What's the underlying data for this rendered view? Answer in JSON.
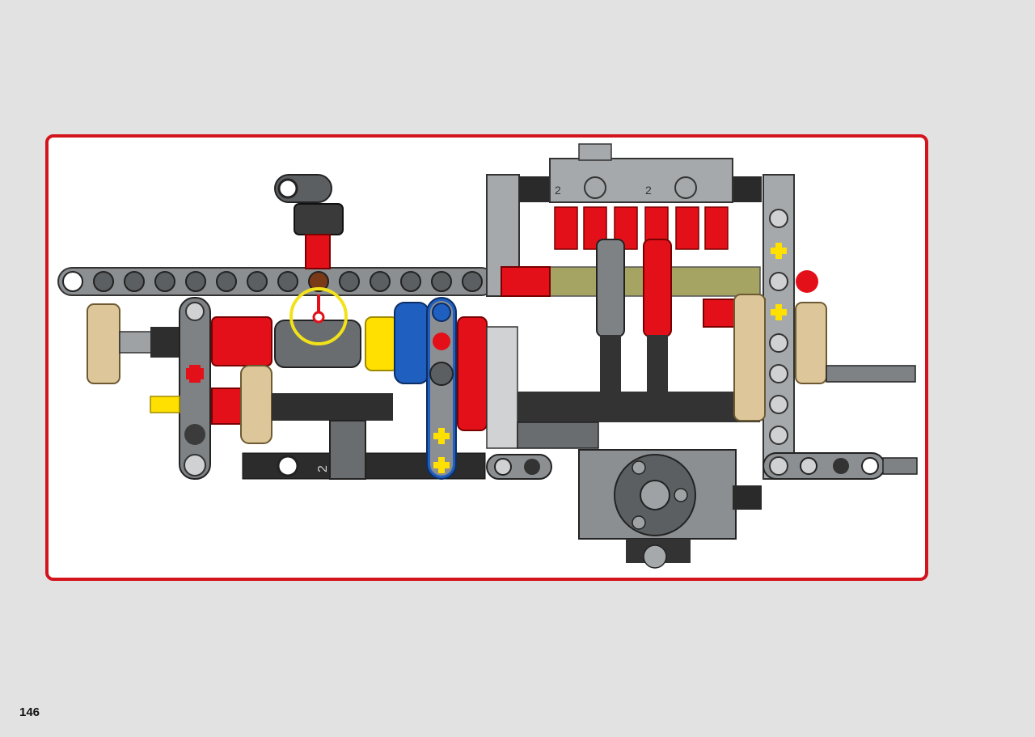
{
  "page": {
    "number": "146"
  },
  "callout": {
    "color": "#f2e21a"
  },
  "colors": {
    "frame": "#d4141c",
    "dark_grey": "#595d60",
    "light_grey": "#a6a9ab",
    "red": "#e3101a",
    "tan": "#ddc79a",
    "blue": "#1f5fbf",
    "yellow": "#ffe000",
    "olive": "#a5a462",
    "black": "#2a2a2a"
  },
  "part_labels": [
    "2",
    "2",
    "2"
  ]
}
